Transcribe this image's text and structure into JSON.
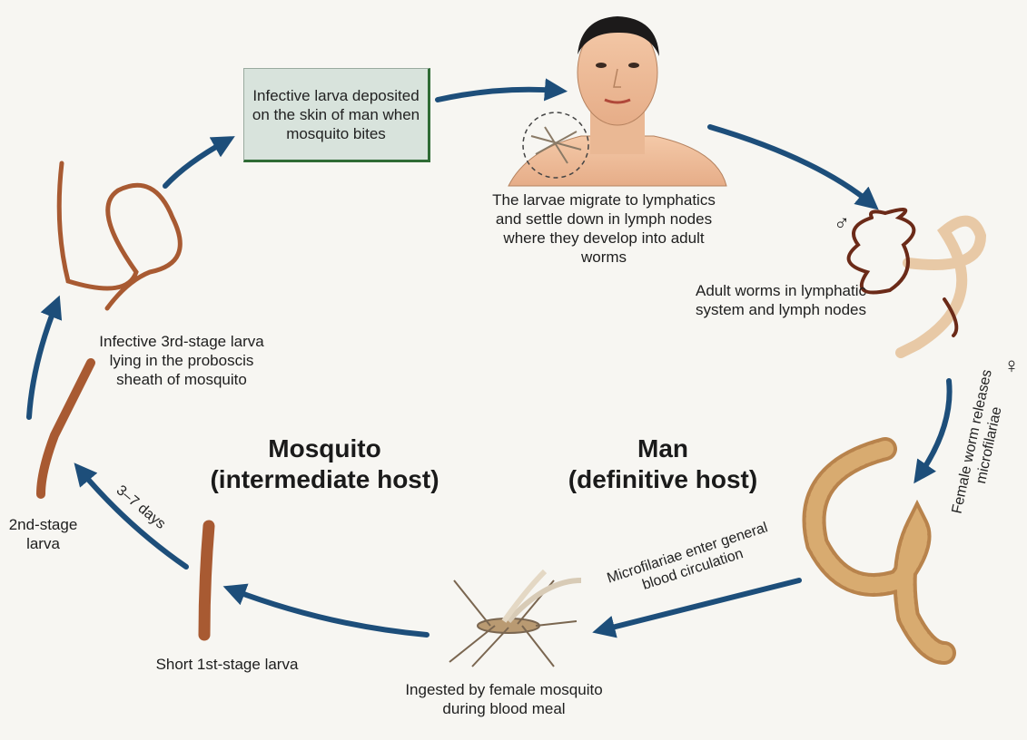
{
  "labels": {
    "box_text": "Infective larva deposited on the skin of man when mosquito bites",
    "migrate": "The larvae migrate to lymphatics and settle down in lymph nodes where they develop into adult worms",
    "adult_worms": "Adult worms in lymphatic system and lymph nodes",
    "female_releases": "Female worm releases microfilariae",
    "microfilariae_enter": "Microfilariae enter general blood circulation",
    "ingested": "Ingested by female mosquito during blood meal",
    "first_stage": "Short 1st-stage larva",
    "days": "3–7 days",
    "second_stage": "2nd-stage larva",
    "third_stage": "Infective 3rd-stage larva lying in the proboscis sheath of mosquito"
  },
  "hosts": {
    "mosquito_line1": "Mosquito",
    "mosquito_line2": "(intermediate host)",
    "man_line1": "Man",
    "man_line2": "(definitive host)"
  },
  "symbols": {
    "male": "♂",
    "female": "♀"
  },
  "colors": {
    "arrow": "#1d4e7a",
    "larva": "#a85a32",
    "worm_dark": "#6b2a18",
    "worm_light": "#e8c9a6",
    "box_border": "#2f6b35"
  }
}
